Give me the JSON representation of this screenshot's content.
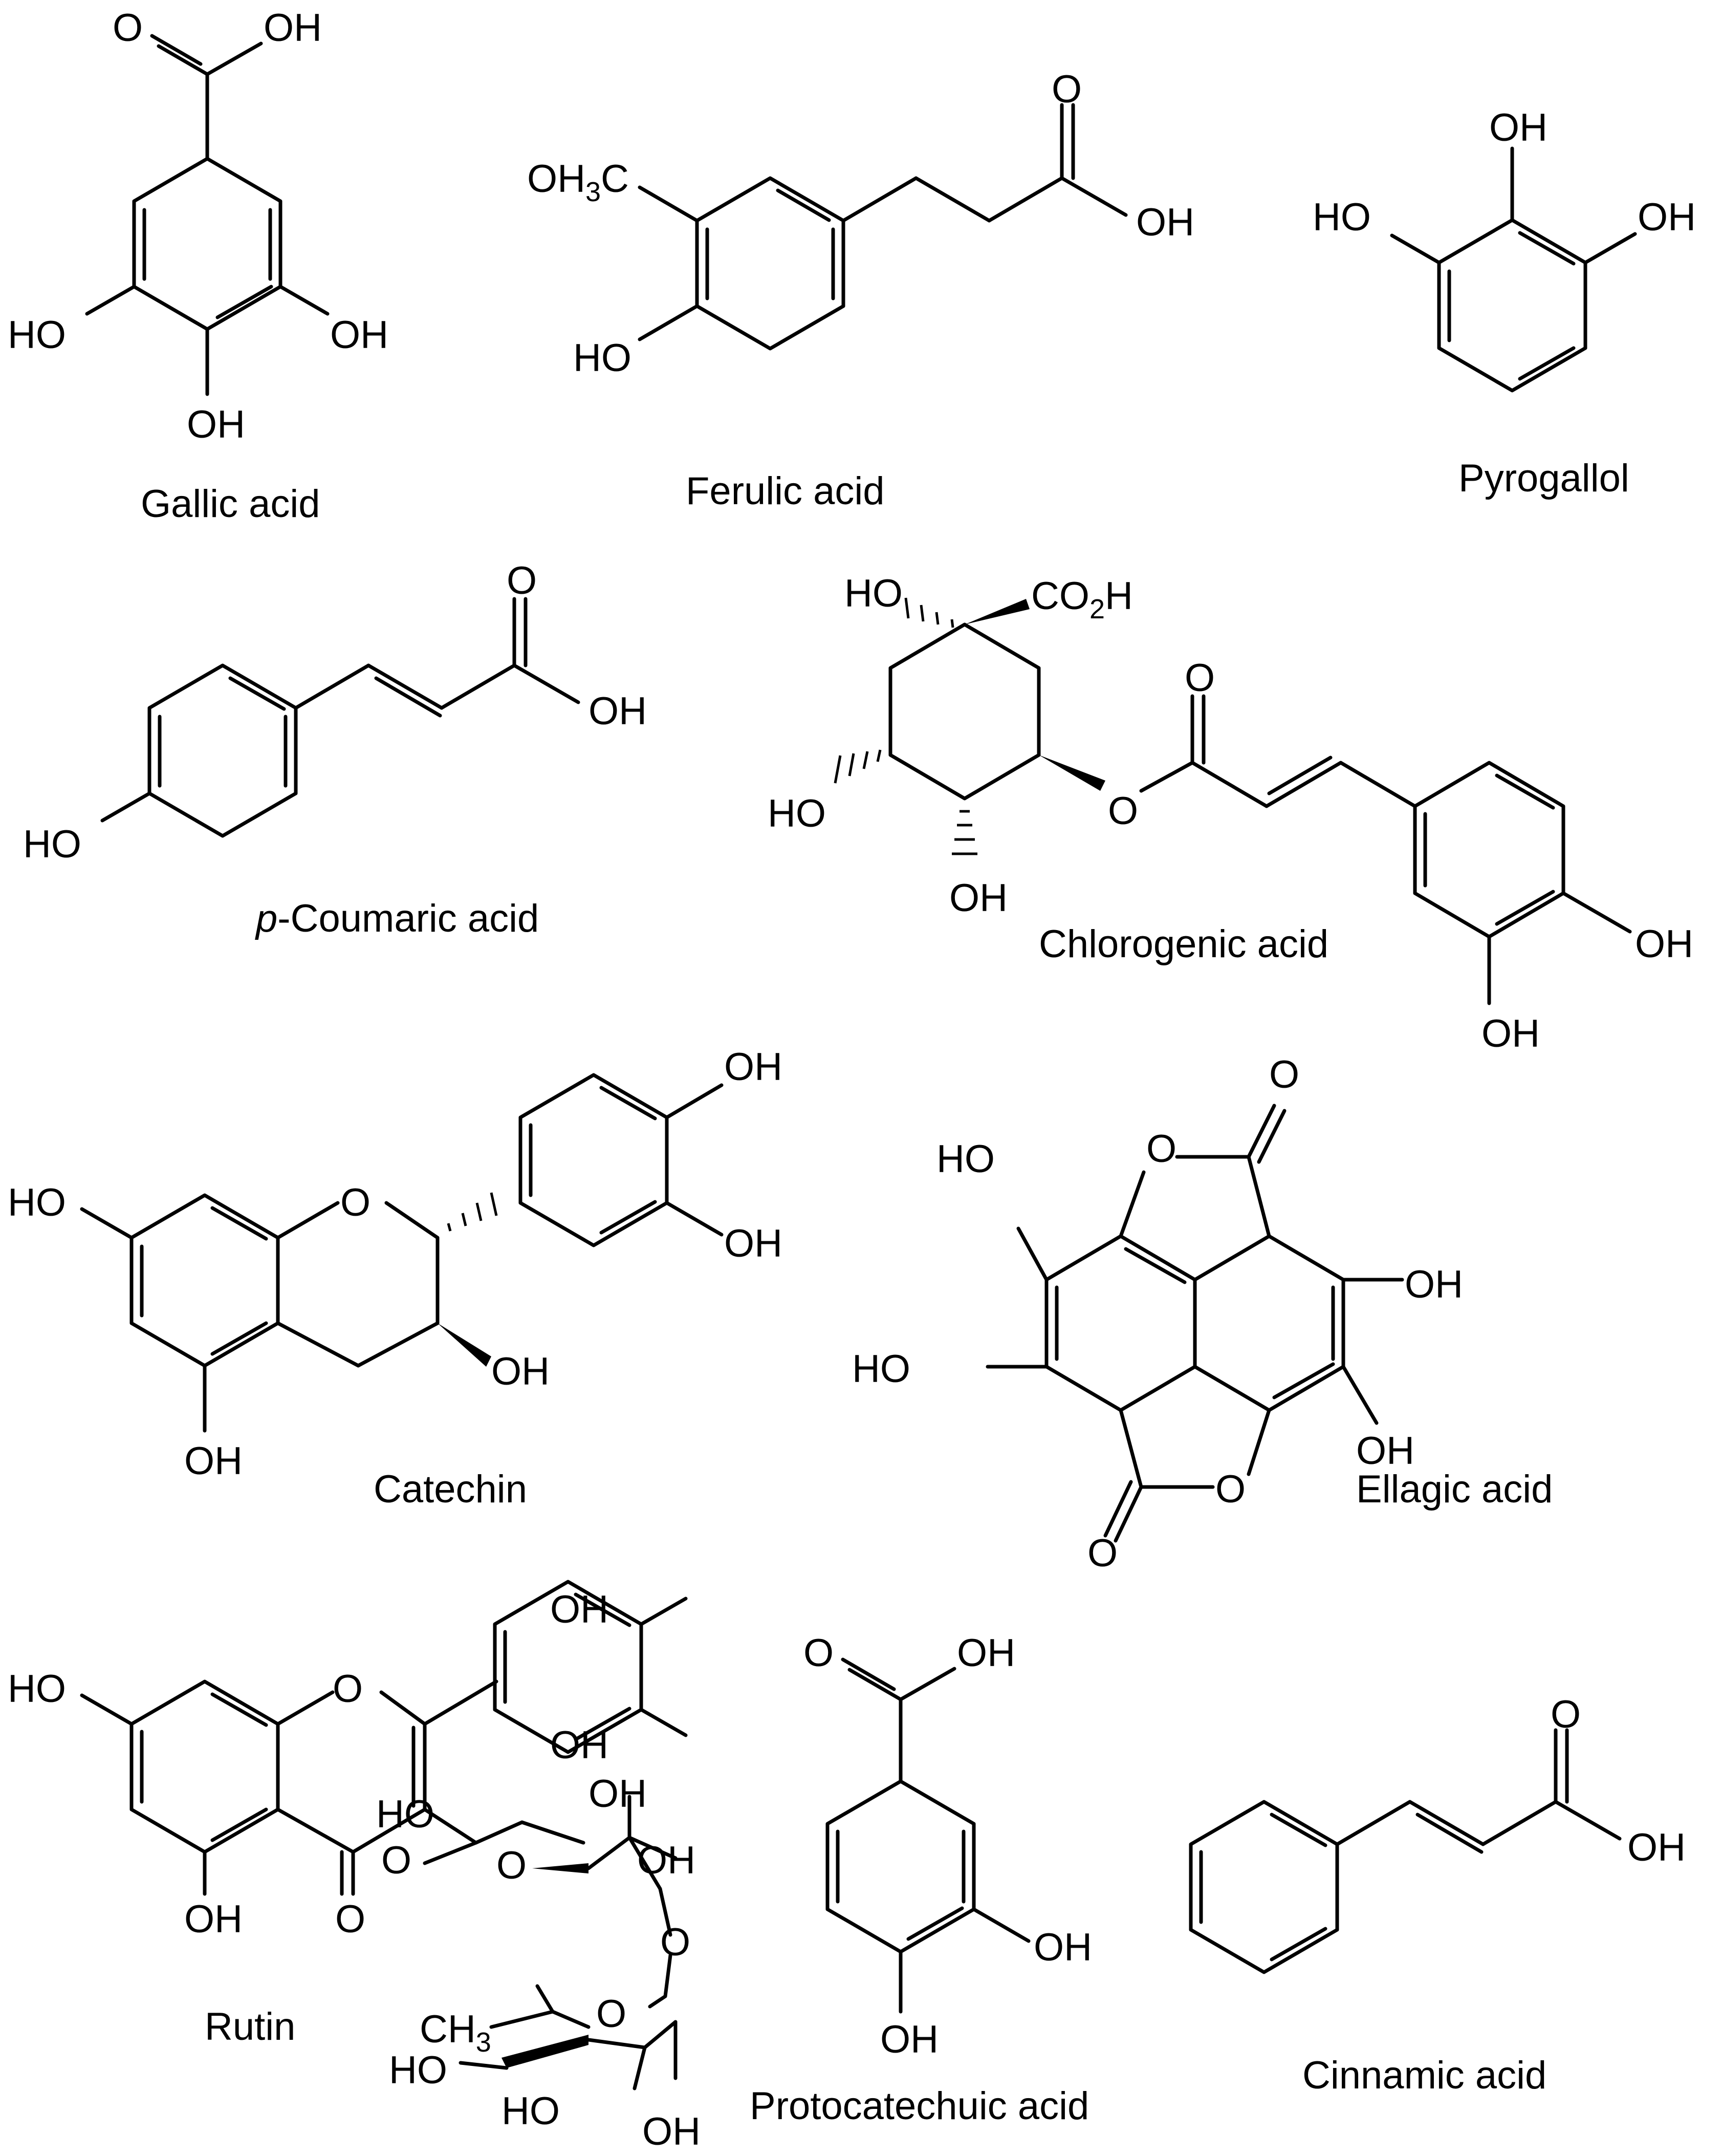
{
  "compounds": [
    {
      "id": "gallic",
      "name": "Gallic acid"
    },
    {
      "id": "ferulic",
      "name": "Ferulic acid"
    },
    {
      "id": "pyrogallol",
      "name": "Pyrogallol"
    },
    {
      "id": "coumaric",
      "name_prefix": "p",
      "name": "-Coumaric acid"
    },
    {
      "id": "chlorogenic",
      "name": "Chlorogenic acid"
    },
    {
      "id": "catechin",
      "name": "Catechin"
    },
    {
      "id": "ellagic",
      "name": "Ellagic acid"
    },
    {
      "id": "rutin",
      "name": "Rutin"
    },
    {
      "id": "protocatechuic",
      "name": "Protocatechuic acid"
    },
    {
      "id": "cinnamic",
      "name": "Cinnamic acid"
    }
  ],
  "atoms": {
    "oh": "OH",
    "ho": "HO",
    "o": "O",
    "oh3c_main": "OH",
    "oh3c_sub": "3",
    "oh3c_c": "C",
    "co2h_a": "CO",
    "co2h_sub": "2",
    "co2h_b": "H",
    "ch3_a": "CH",
    "ch3_sub": "3"
  }
}
